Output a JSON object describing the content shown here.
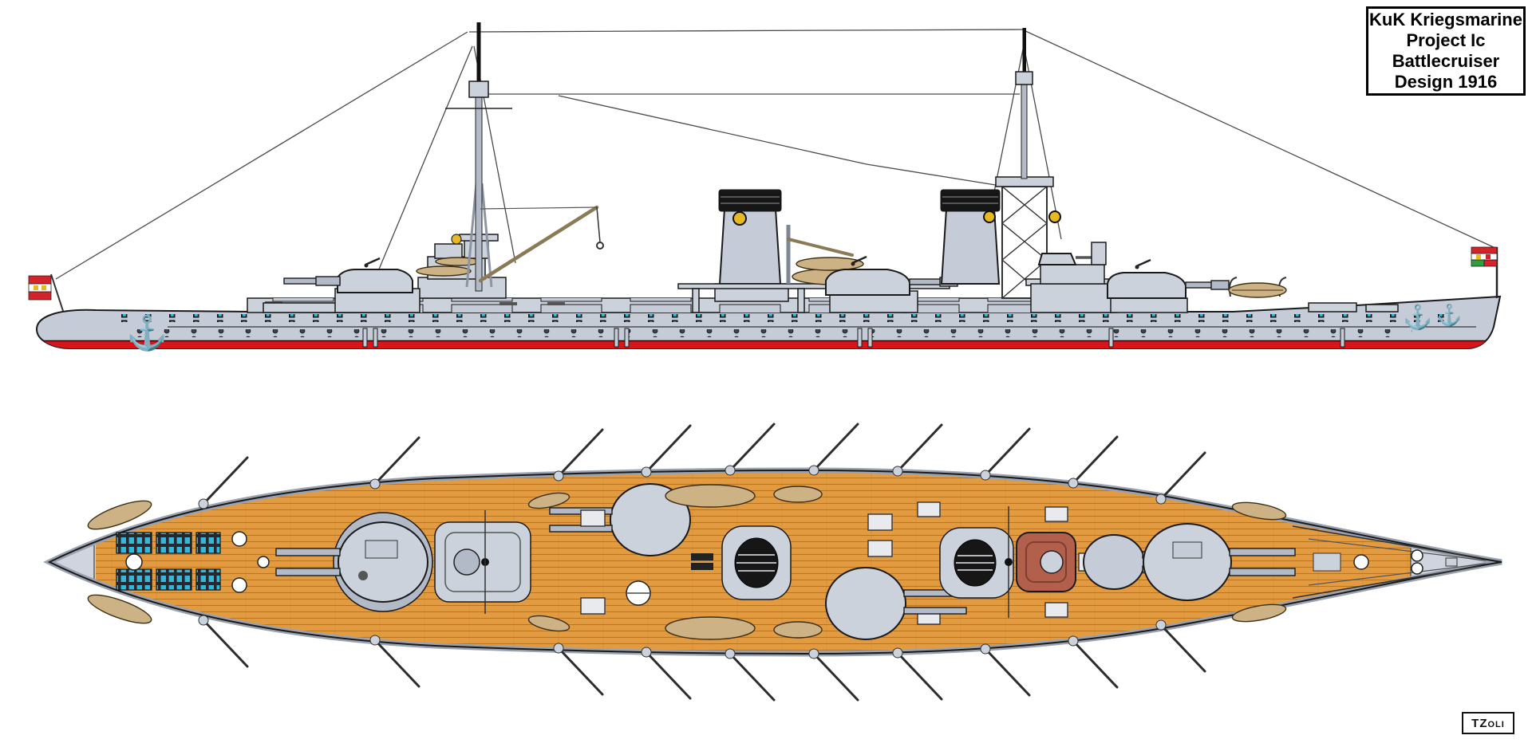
{
  "title_box": {
    "lines": [
      "KuK Kriegsmarine",
      "Project Ic",
      "Battlecruiser",
      "Design 1916"
    ]
  },
  "signature": {
    "text": "TZoli"
  },
  "colors": {
    "background": "#ffffff",
    "outline": "#1a1a1a",
    "hull_grey": "#c6ccd7",
    "hull_grey_dark": "#b2bac7",
    "superstructure_grey": "#ccd2dc",
    "waterline_red": "#d8161a",
    "deck_orange": "#e39b42",
    "deck_plank_line": "#a86f1e",
    "deck_trim_grey": "#9aa2b0",
    "boat_tan": "#cdb286",
    "funnel_cap_black": "#161616",
    "porthole_cyan": "#37b6d9",
    "flag_red": "#d5232b",
    "flag_white": "#ffffff",
    "flag_green": "#2f9e41",
    "flag_gold": "#e8b820",
    "crane_brown": "#8a7a55",
    "aft_structure_red": "#b2604b"
  }
}
